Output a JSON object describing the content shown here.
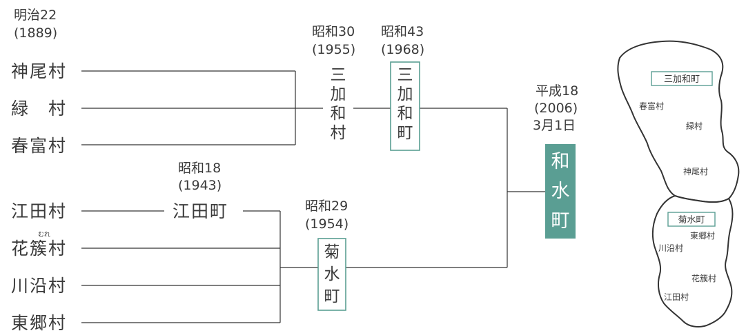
{
  "eras": {
    "meiji22": [
      "明治22",
      "(1889)"
    ],
    "showa18": [
      "昭和18",
      "(1943)"
    ],
    "showa30": [
      "昭和30",
      "(1955)"
    ],
    "showa43": [
      "昭和43",
      "(1968)"
    ],
    "showa29": [
      "昭和29",
      "(1954)"
    ],
    "heisei18": [
      "平成18",
      "(2006)",
      "3月1日"
    ]
  },
  "villages": [
    {
      "name": "神尾村"
    },
    {
      "name": "緑　村"
    },
    {
      "name": "春富村"
    },
    {
      "name": "江田村"
    },
    {
      "name": "花簇村",
      "ruby": "むれ"
    },
    {
      "name": "川沿村"
    },
    {
      "name": "東郷村"
    }
  ],
  "intermediate": {
    "etamachi": "江田町",
    "mikawa_mura": [
      "三",
      "加",
      "和",
      "村"
    ],
    "mikawa_machi": [
      "三",
      "加",
      "和",
      "町"
    ],
    "kikusui_machi": [
      "菊",
      "水",
      "町"
    ]
  },
  "final": [
    "和",
    "水",
    "町"
  ],
  "map": {
    "north_box": "三加和町",
    "south_box": "菊水町",
    "labels": [
      "春富村",
      "緑村",
      "神尾村",
      "東郷村",
      "川沿村",
      "花簇村",
      "江田村"
    ]
  },
  "colors": {
    "accent": "#5a9e93"
  }
}
